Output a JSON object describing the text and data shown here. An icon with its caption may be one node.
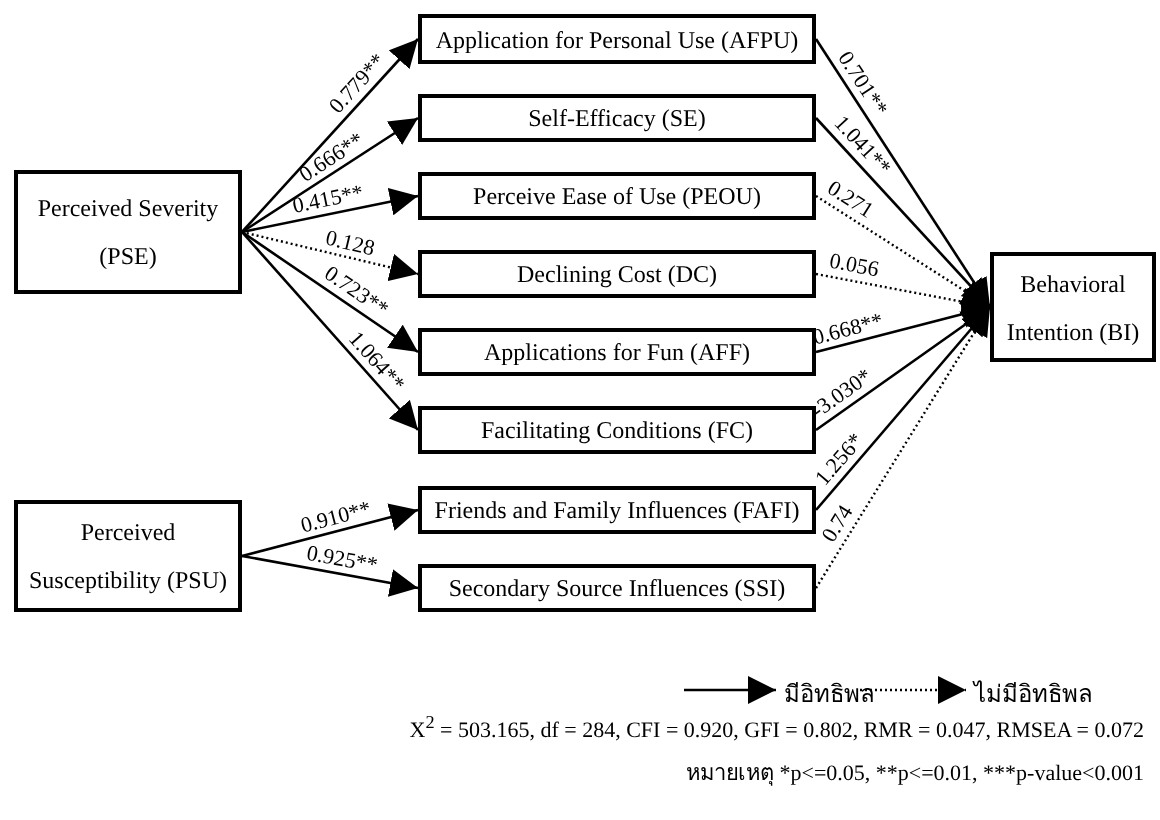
{
  "diagram": {
    "nodes": [
      {
        "text": [
          "Perceived Severity (PSE)"
        ]
      },
      {
        "text": [
          "Application for Personal Use (AFPU)"
        ]
      },
      {
        "text": [
          "Self-Efficacy (SE)"
        ]
      },
      {
        "text": [
          "Perceive Ease of Use (PEOU)"
        ]
      },
      {
        "text": [
          "Declining Cost (DC)"
        ]
      },
      {
        "text": [
          "Applications for Fun (AFF)"
        ]
      },
      {
        "text": [
          "Facilitating Conditions (FC)"
        ]
      },
      {
        "text": [
          "Behavioral Intention (BI)"
        ]
      },
      {
        "text": [
          "Perceived Susceptibility (PSU)"
        ]
      },
      {
        "text": [
          "Friends and Family Influences (FAFI)"
        ]
      },
      {
        "text": [
          "Secondary Source Influences (SSI)"
        ]
      }
    ],
    "edges": [
      {
        "from": 0,
        "to": 1,
        "arrow": "to",
        "label": "0.779**"
      },
      {
        "from": 0,
        "to": 2,
        "arrow": "to",
        "label": "0.666**"
      },
      {
        "from": 0,
        "to": 3,
        "arrow": "to",
        "label": "0.415**"
      },
      {
        "from": 0,
        "to": 4,
        "arrow": "to",
        "label": "0.128",
        "style": "dashed"
      },
      {
        "from": 0,
        "to": 5,
        "arrow": "to",
        "label": "0.723**"
      },
      {
        "from": 0,
        "to": 6,
        "arrow": "to",
        "label": "1.064**"
      },
      {
        "from": 8,
        "to": 9,
        "arrow": "to",
        "label": "0.910**"
      },
      {
        "from": 8,
        "to": 10,
        "arrow": "to",
        "label": "0.925**"
      },
      {
        "from": 1,
        "to": 7,
        "arrow": "to",
        "label": "0.701**"
      },
      {
        "from": 2,
        "to": 7,
        "arrow": "to",
        "label": "1.041**"
      },
      {
        "from": 3,
        "to": 7,
        "arrow": "to",
        "label": "0.271",
        "style": "dashed"
      },
      {
        "from": 4,
        "to": 7,
        "arrow": "to",
        "label": "0.056",
        "style": "dashed"
      },
      {
        "from": 5,
        "to": 7,
        "arrow": "to",
        "label": "0.668**"
      },
      {
        "from": 6,
        "to": 7,
        "arrow": "to",
        "label": "-3.030*"
      },
      {
        "from": 9,
        "to": 7,
        "arrow": "to",
        "label": "1.256*"
      },
      {
        "from": 10,
        "to": 7,
        "arrow": "to",
        "label": "0.74",
        "style": "dashed"
      }
    ],
    "labels": [
      "X$^{2}$ = 503.165, df = 284, CFI = 0.920, GFI = 0.802, RMR = 0.047, RMSEA = 0.072",
      "หมายเหตุ *p<=0.05, **p<=0.01, ***p-value<0.001"
    ],
    "legend": [
      {
        "text": "มีอิทธิพล"
      },
      {
        "text": "ไม่มีอิทธิพล"
      }
    ]
  }
}
